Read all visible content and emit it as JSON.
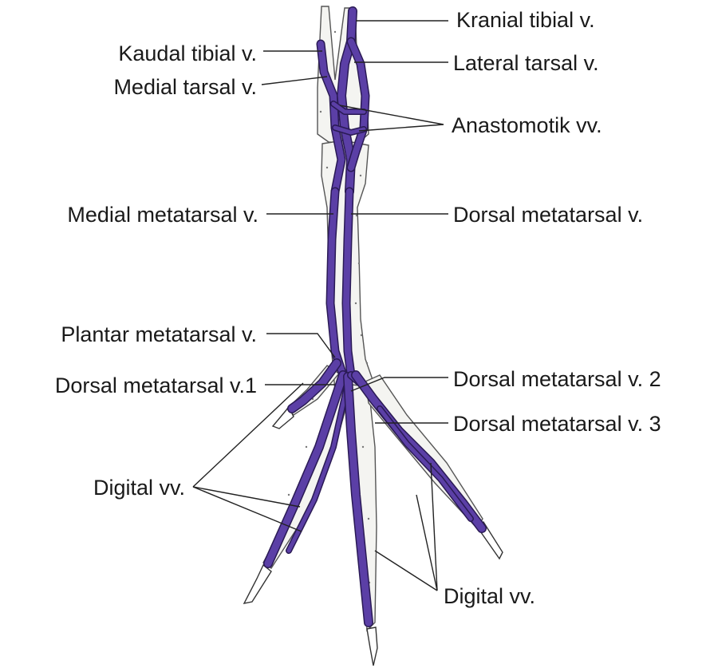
{
  "labels": {
    "kranial_tibial": "Kranial tibial v.",
    "kaudal_tibial": "Kaudal tibial v.",
    "lateral_tarsal": "Lateral tarsal v.",
    "medial_tarsal": "Medial tarsal v.",
    "anastomotik": "Anastomotik vv.",
    "medial_metatarsal": "Medial metatarsal v.",
    "dorsal_metatarsal": "Dorsal metatarsal v.",
    "plantar_metatarsal": "Plantar metatarsal v.",
    "dorsal_metatarsal_1": "Dorsal metatarsal v.1",
    "dorsal_metatarsal_2": "Dorsal metatarsal v. 2",
    "dorsal_metatarsal_3": "Dorsal metatarsal v. 3",
    "digital_left": "Digital vv.",
    "digital_right": "Digital vv."
  },
  "colors": {
    "vein": "#5b3fa6",
    "bone_fill": "#f4f4f1",
    "outline": "#222222"
  }
}
